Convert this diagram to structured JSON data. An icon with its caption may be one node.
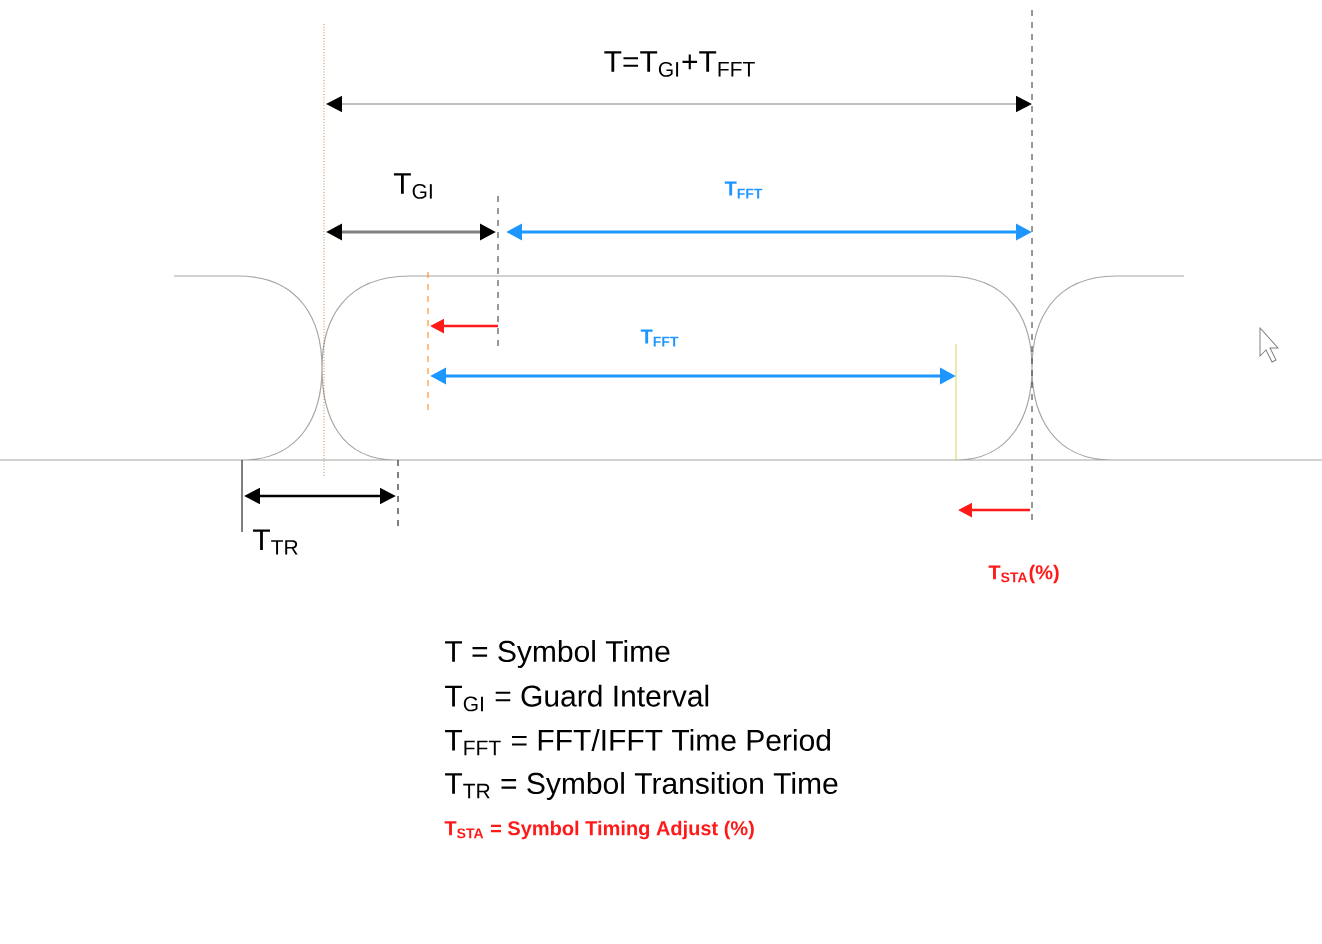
{
  "diagram": {
    "labels": [
      "T=T$_{GI}$+T$_{FFT}$",
      "T$_{GI}$",
      "T$_{FFT}$",
      "T$_{FFT}$",
      "T$_{TR}$",
      "T$_{STA}$(%)",
      "T = Symbol Time",
      "T$_{GI}$ = Guard Interval",
      "T$_{FFT}$ = FFT/IFFT Time Period",
      "T$_{TR}$ = Symbol Transition Time",
      "T$_{STA}$ = Symbol Timing Adjust (%)"
    ]
  }
}
